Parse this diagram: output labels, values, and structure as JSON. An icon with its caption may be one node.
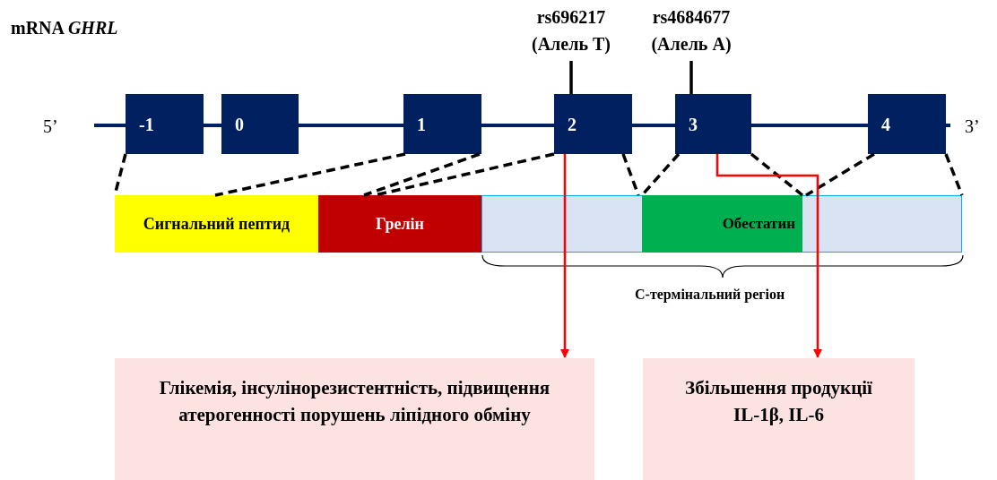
{
  "diagram": {
    "title": "mRNA *GHRL*",
    "nodes": [
      {
        "text": [
          "rs696217 (Алель T)"
        ]
      },
      {
        "text": [
          "rs4684677 (Алель A)"
        ]
      },
      {
        "text": [
          "-1"
        ]
      },
      {
        "text": [
          "0"
        ]
      },
      {
        "text": [
          "1"
        ]
      },
      {
        "text": [
          "2"
        ]
      },
      {
        "text": [
          "3"
        ]
      },
      {
        "text": [
          "4"
        ]
      },
      {
        "text": [
          "Сигнальний пептид"
        ]
      },
      {
        "text": [
          "Грелін"
        ]
      },
      {
        "text": [],
        "shape": "box",
        "beside": [
          "С-термінальний регіон"
        ]
      },
      {
        "text": [
          "Обестатин"
        ],
        "in": 10
      },
      {
        "text": [
          "Глікемія, інсулінорезистентність, підвищення атерогенності порушень ліпідного обміну"
        ]
      },
      {
        "text": [
          "Збільшення продукції IL-1β, IL-6"
        ]
      }
    ],
    "edges": [
      {
        "from": 0,
        "to": 5,
        "arrow": "none"
      },
      {
        "from": 1,
        "to": 6,
        "arrow": "none"
      },
      {
        "from": 2,
        "to": 8,
        "arrow": "none",
        "style": "dashed"
      },
      {
        "from": 4,
        "to": 8,
        "arrow": "none",
        "style": "dashed"
      },
      {
        "from": 4,
        "to": 9,
        "arrow": "none",
        "style": "dashed"
      },
      {
        "from": 5,
        "to": 9,
        "arrow": "none",
        "style": "dashed"
      },
      {
        "from": 5,
        "to": 10,
        "arrow": "none",
        "style": "dashed"
      },
      {
        "from": 6,
        "to": 11,
        "arrow": "none",
        "style": "dashed"
      },
      {
        "from": 6,
        "to": 11,
        "arrow": "none",
        "style": "dashed"
      },
      {
        "from": 7,
        "to": 10,
        "arrow": "none",
        "style": "dashed"
      },
      {
        "from": 7,
        "to": 10,
        "arrow": "none",
        "style": "dashed"
      },
      {
        "from": 5,
        "to": 12,
        "arrow": "to",
        "color": "#ff0000"
      },
      {
        "from": 6,
        "to": 13,
        "arrow": "to",
        "color": "#ff0000"
      }
    ],
    "labels": [
      "5’",
      "3’"
    ]
  }
}
